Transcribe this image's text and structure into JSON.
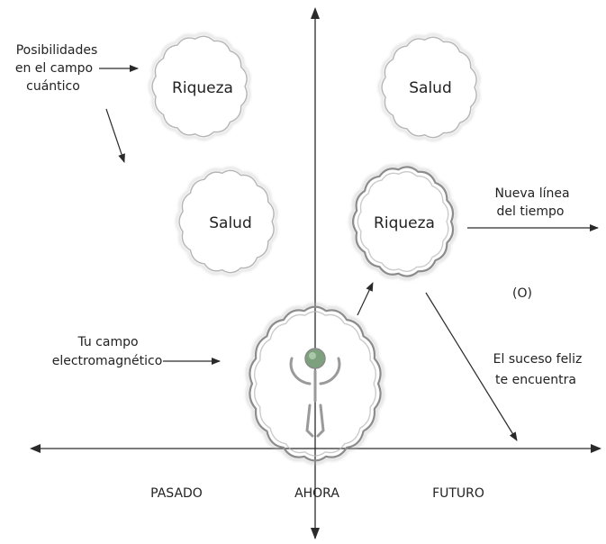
{
  "labels": {
    "possibilities_line1": "Posibilidades",
    "possibilities_line2": "en el campo",
    "possibilities_line3": "cuántico",
    "field_line1": "Tu campo",
    "field_line2": "electromagnético",
    "timeline_line1": "Nueva línea",
    "timeline_line2": "del tiempo",
    "or": "(O)",
    "event_line1": "El suceso feliz",
    "event_line2": "te encuentra"
  },
  "clouds": {
    "riqueza_top": "Riqueza",
    "salud_top": "Salud",
    "salud_mid": "Salud",
    "riqueza_active": "Riqueza"
  },
  "axis": {
    "past": "PASADO",
    "now": "AHORA",
    "future": "FUTURO"
  },
  "colors": {
    "line": "#2a2a2a",
    "cloud_outline": "#b5b5b5",
    "cloud_active_outline": "#8c8c8c",
    "figure": "#9a9a9a",
    "figure_head": "#7da07d"
  }
}
